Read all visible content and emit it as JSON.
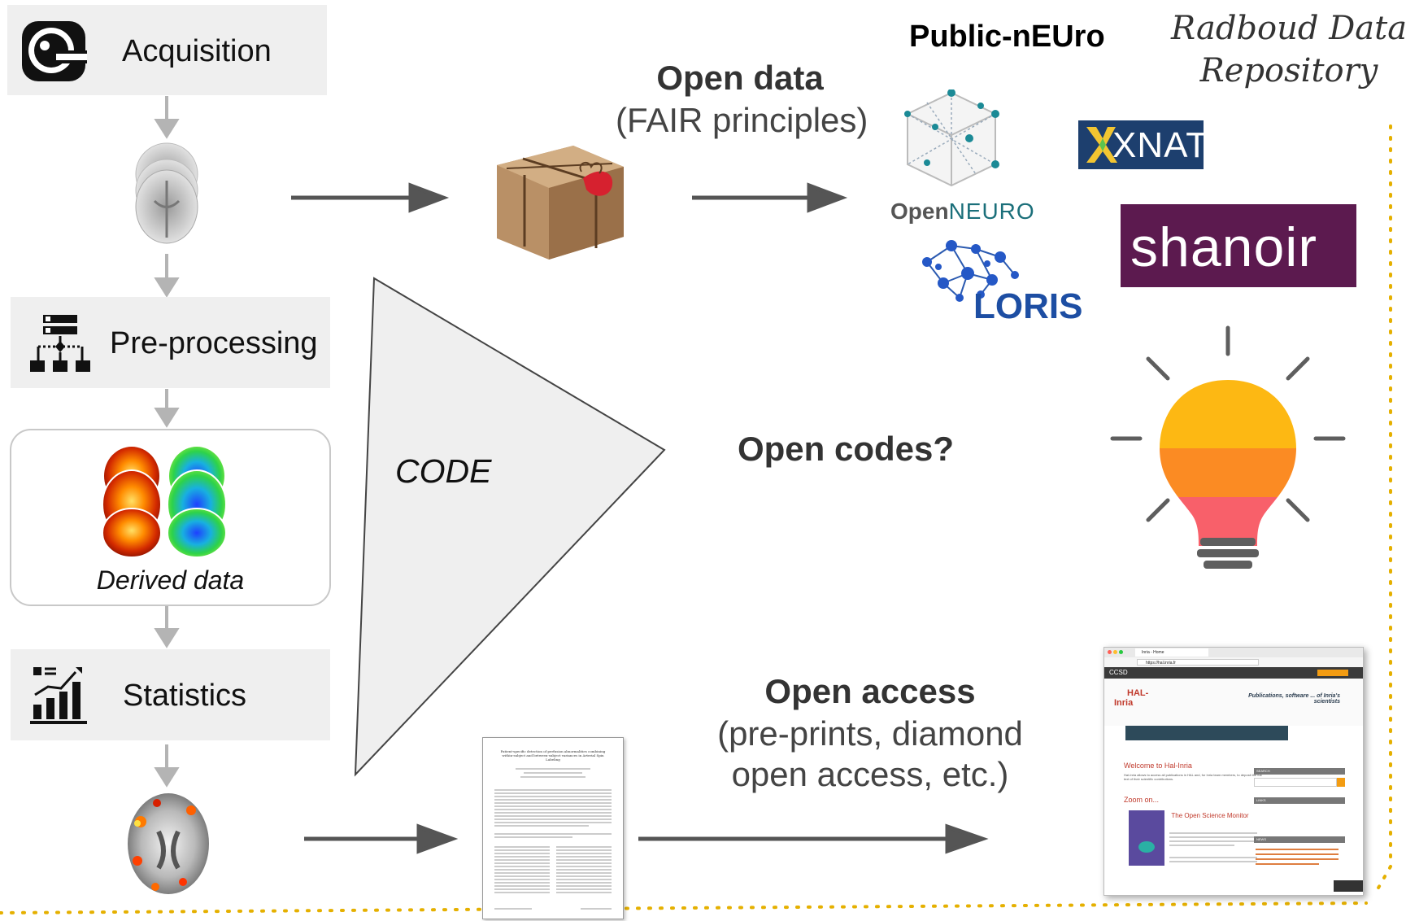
{
  "pipeline": {
    "acquisition": "Acquisition",
    "preprocessing": "Pre-processing",
    "derived": "Derived data",
    "statistics": "Statistics"
  },
  "code_label": "CODE",
  "open_data": {
    "title": "Open data",
    "subtitle": "(FAIR principles)"
  },
  "open_codes": "Open codes?",
  "open_access": {
    "title": "Open access",
    "line1": "(pre-prints, diamond",
    "line2": "open access, etc.)"
  },
  "repositories": {
    "public_neuro": "Public-nEUro",
    "radboud_line1": "Radboud Data",
    "radboud_line2": "Repository",
    "xnat": "XNAT",
    "openneuro_a": "Open",
    "openneuro_b": "NEURO",
    "loris": "LORIS",
    "shanoir": "shanoir"
  },
  "hal": {
    "tab": "Inria - Home",
    "url": "https://hal.inria.fr",
    "brand": "CCSD",
    "logo_line1": "HAL-",
    "logo_line2": "Inria",
    "tagline": "Publications, software ... of Inria's scientists",
    "welcome": "Welcome to Hal-Inria",
    "welcome_text": "Hal-Inria allows to access all publications in HAL and, for Inria team members, to deposit the full text of their scientific contributions.",
    "zoom": "Zoom on...",
    "osm_title": "The Open Science Monitor",
    "search_label": "SEARCH",
    "links_label": "LINKS",
    "news_label": "NEWS"
  },
  "paper": {
    "title": "Patient-specific detection of perfusion abnormalities combining within-subject and between-subject variances in Arterial Spin Labeling"
  },
  "colors": {
    "box_bg": "#efefef",
    "arrow": "#555555",
    "dotted": "#e5b000",
    "shanoir_bg": "#5c1a4f",
    "xnat_bg": "#1d3f6e",
    "loris_blue": "#1d4ea3",
    "bulb_top": "#fdb813",
    "bulb_mid": "#fb8b23",
    "bulb_bottom": "#f8606a"
  }
}
